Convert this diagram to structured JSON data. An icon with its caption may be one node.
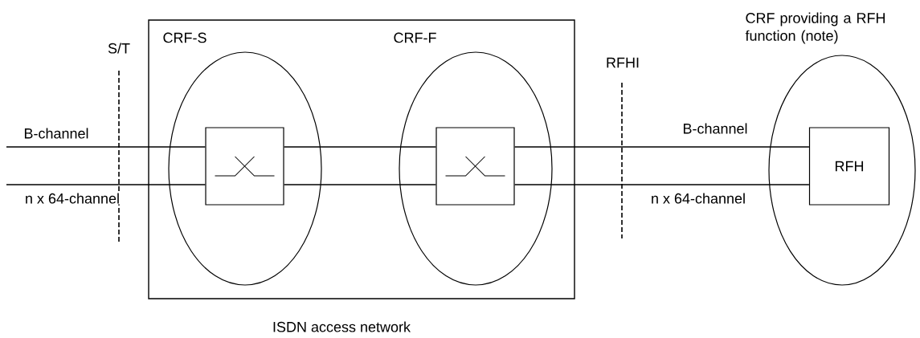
{
  "diagram": {
    "nodes": [
      {
        "text": [
          "ISDN access network"
        ]
      },
      {
        "text": [
          "CRF-S"
        ],
        "in": 0
      },
      {
        "text": [],
        "shape": "box",
        "in": 1
      },
      {
        "text": [
          "CRF-F"
        ],
        "in": 0
      },
      {
        "text": [],
        "shape": "box",
        "in": 3
      },
      {
        "text": [
          "CRF providing a RFH function (note)"
        ]
      },
      {
        "text": [
          "RFH"
        ],
        "in": 5
      }
    ],
    "edges": [
      {
        "from": null,
        "to": 2,
        "arrow": "none",
        "label": "B-channel"
      },
      {
        "from": null,
        "to": 2,
        "arrow": "none",
        "label": "n x 64-channel"
      },
      {
        "from": 2,
        "to": 4,
        "arrow": "none"
      },
      {
        "from": 2,
        "to": 4,
        "arrow": "none"
      },
      {
        "from": 4,
        "to": 6,
        "arrow": "none",
        "label": "B-channel"
      },
      {
        "from": 4,
        "to": 6,
        "arrow": "none",
        "label": "n x 64-channel"
      }
    ],
    "labels": [
      "S/T",
      "RFHI"
    ]
  }
}
